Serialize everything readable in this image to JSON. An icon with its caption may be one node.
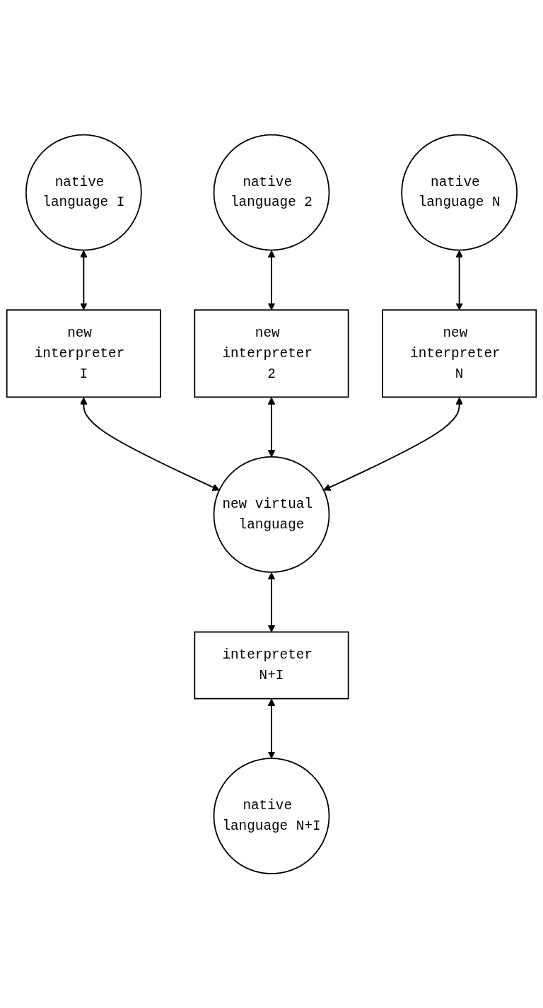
{
  "diagram": {
    "nodes": [
      {
        "text": [
          "native language I"
        ]
      },
      {
        "text": [
          "native language 2"
        ]
      },
      {
        "text": [
          "native language N"
        ]
      },
      {
        "text": [
          "new interpreter I"
        ]
      },
      {
        "text": [
          "new interpreter 2"
        ]
      },
      {
        "text": [
          "new interpreter N"
        ]
      },
      {
        "text": [
          "new virtual language"
        ]
      },
      {
        "text": [
          "interpreter N+I"
        ]
      },
      {
        "text": [
          "native language N+I"
        ]
      }
    ],
    "edges": [
      {
        "from": 0,
        "to": 3,
        "arrow": "both"
      },
      {
        "from": 1,
        "to": 4,
        "arrow": "both"
      },
      {
        "from": 2,
        "to": 5,
        "arrow": "both"
      },
      {
        "from": 3,
        "to": 6,
        "arrow": "both"
      },
      {
        "from": 4,
        "to": 6,
        "arrow": "both"
      },
      {
        "from": 5,
        "to": 6,
        "arrow": "both"
      },
      {
        "from": 6,
        "to": 7,
        "arrow": "both"
      },
      {
        "from": 7,
        "to": 8,
        "arrow": "both"
      }
    ]
  }
}
